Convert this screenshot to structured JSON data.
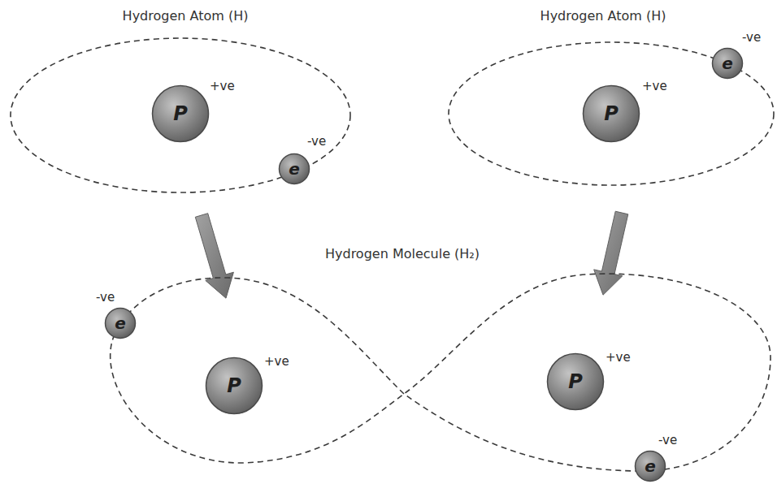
{
  "diagram": {
    "nodes": [
      {
        "text": [
          "Hydrogen Atom (H)"
        ]
      },
      {
        "text": [
          "P",
          "+ve"
        ],
        "in": 0
      },
      {
        "text": [
          "e",
          "-ve"
        ],
        "in": 0
      },
      {
        "text": [
          "Hydrogen Atom (H)"
        ]
      },
      {
        "text": [
          "e",
          "-ve"
        ],
        "in": 3
      },
      {
        "text": [
          "P",
          "+ve"
        ],
        "in": 3
      },
      {
        "text": [
          "Hydrogen Molecule (H₂)"
        ]
      },
      {
        "text": [
          "e",
          "-ve"
        ],
        "in": 6
      },
      {
        "text": [
          "P",
          "+ve"
        ],
        "in": 6
      },
      {
        "text": [
          "P",
          "+ve"
        ],
        "in": 6
      },
      {
        "text": [
          "e",
          "-ve"
        ],
        "in": 6
      }
    ],
    "edges": [
      {
        "from": 0,
        "to": 6,
        "arrow": "to"
      },
      {
        "from": 3,
        "to": 6,
        "arrow": "to"
      }
    ]
  }
}
